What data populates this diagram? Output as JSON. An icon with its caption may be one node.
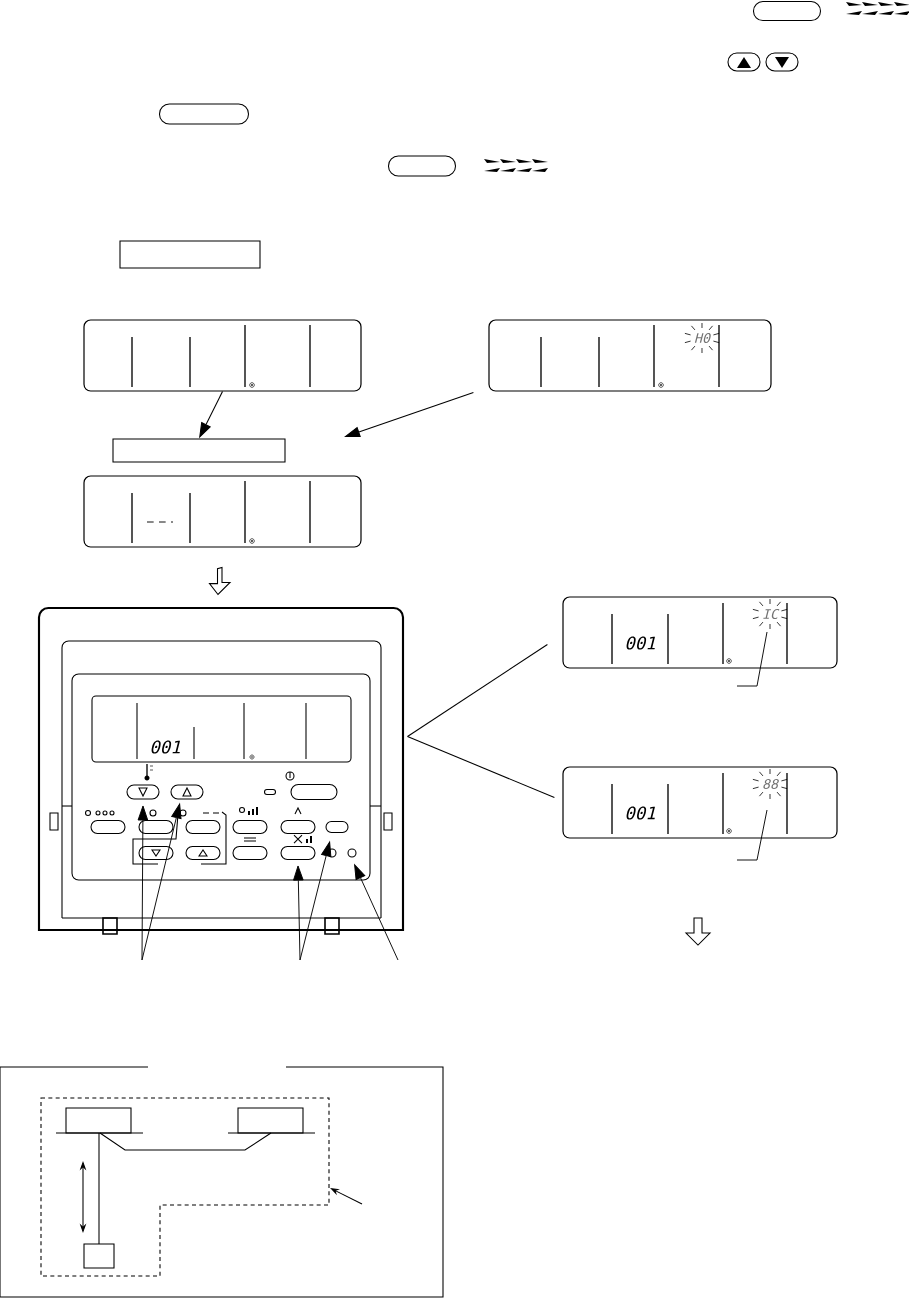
{
  "diagram": {
    "nodes": [
      {
        "text": [],
        "shape": "box"
      },
      {
        "text": [
          "H0"
        ]
      },
      {
        "text": [],
        "shape": "box"
      },
      {
        "text": [],
        "shape": "box"
      },
      {
        "text": [],
        "shape": "picture"
      },
      {
        "text": [
          "001",
          "IC"
        ]
      },
      {
        "text": [
          "001",
          "88"
        ]
      }
    ],
    "edges": [
      {
        "from": 0,
        "to": 2,
        "arrow": "to"
      },
      {
        "from": 1,
        "to": null,
        "arrow": "to"
      },
      {
        "from": 3,
        "to": 4,
        "arrow": "to"
      },
      {
        "from": 4,
        "to": 5,
        "arrow": "none"
      },
      {
        "from": 4,
        "to": 6,
        "arrow": "none"
      },
      {
        "from": null,
        "to": 4,
        "arrow": "to"
      },
      {
        "from": null,
        "to": 4,
        "arrow": "to"
      },
      {
        "from": null,
        "to": 4,
        "arrow": "to"
      },
      {
        "from": null,
        "to": 4,
        "arrow": "to"
      },
      {
        "from": null,
        "to": 4,
        "arrow": "to"
      },
      {
        "from": 5,
        "to": null,
        "arrow": "none"
      },
      {
        "from": 6,
        "to": null,
        "arrow": "none"
      }
    ],
    "labels": [
      "001"
    ]
  }
}
